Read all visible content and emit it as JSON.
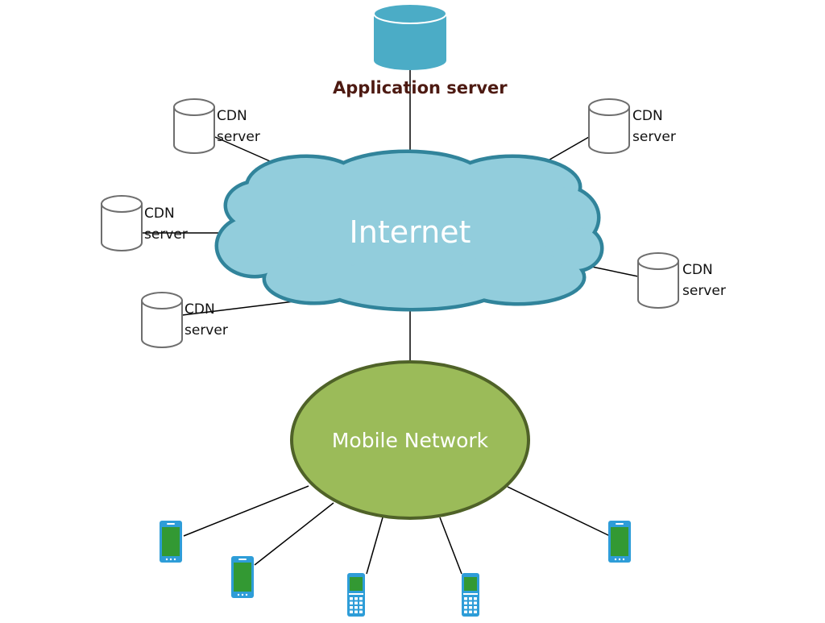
{
  "app_server": {
    "label": "Application server"
  },
  "internet": {
    "label": "Internet"
  },
  "mobile_network": {
    "label": "Mobile Network"
  },
  "cdn_servers": [
    {
      "line1": "CDN",
      "line2": "server"
    },
    {
      "line1": "CDN",
      "line2": "server"
    },
    {
      "line1": "CDN",
      "line2": "server"
    },
    {
      "line1": "CDN",
      "line2": "server"
    },
    {
      "line1": "CDN",
      "line2": "server"
    }
  ],
  "colors": {
    "db_fill": "#4BACC6",
    "db_dark": "#3C95AD",
    "app_label": "#4D1A12",
    "cloud_fill": "#92CDDC",
    "cloud_stroke": "#31849B",
    "mobile_fill": "#9BBB59",
    "mobile_stroke": "#4F6228",
    "device_body": "#2E9DD8",
    "device_screen": "#339933"
  },
  "devices": [
    {
      "type": "smartphone"
    },
    {
      "type": "smartphone"
    },
    {
      "type": "feature-phone"
    },
    {
      "type": "feature-phone"
    },
    {
      "type": "smartphone"
    }
  ]
}
